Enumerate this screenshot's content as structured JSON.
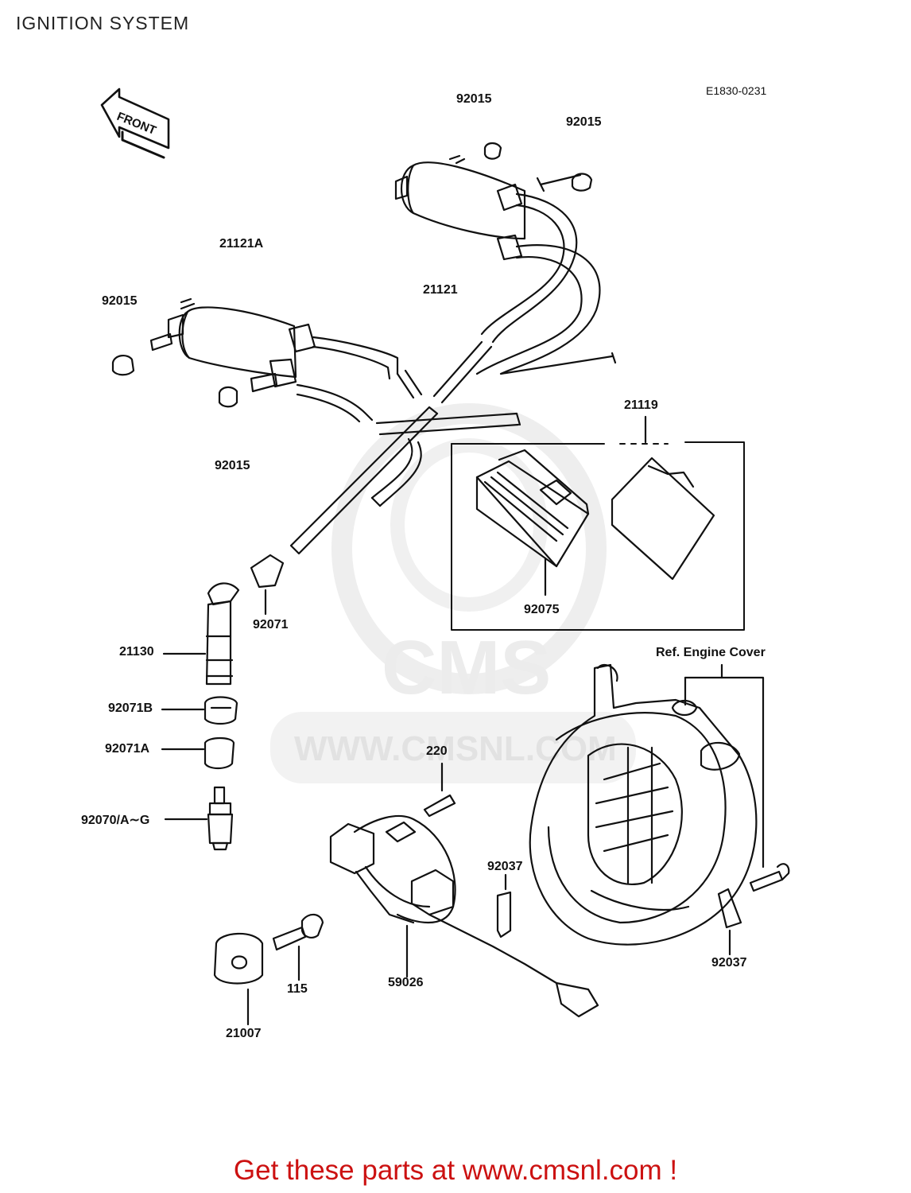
{
  "header": {
    "title": "IGNITION SYSTEM",
    "drawing_code": "E1830-0231"
  },
  "diagram": {
    "front_arrow_label": "FRONT",
    "ref_label": "Ref. Engine Cover",
    "callouts": {
      "c92015_a": "92015",
      "c92015_b": "92015",
      "c21121a": "21121A",
      "c92015_c": "92015",
      "c21121": "21121",
      "c92015_d": "92015",
      "c21119": "21119",
      "c92075": "92075",
      "c92071": "92071",
      "c21130": "21130",
      "c92071b": "92071B",
      "c92071a": "92071A",
      "c220": "220",
      "c92070": "92070/A∼G",
      "c92037_a": "92037",
      "c92037_b": "92037",
      "c59026": "59026",
      "c115": "115",
      "c21007": "21007"
    }
  },
  "watermark": {
    "brand": "CMS",
    "url": "WWW.CMSNL.COM"
  },
  "footer": {
    "promo": "Get these parts at www.cmsnl.com !"
  },
  "colors": {
    "promo": "#cc1111",
    "line": "#111111",
    "watermark": "#e6e6e6"
  }
}
